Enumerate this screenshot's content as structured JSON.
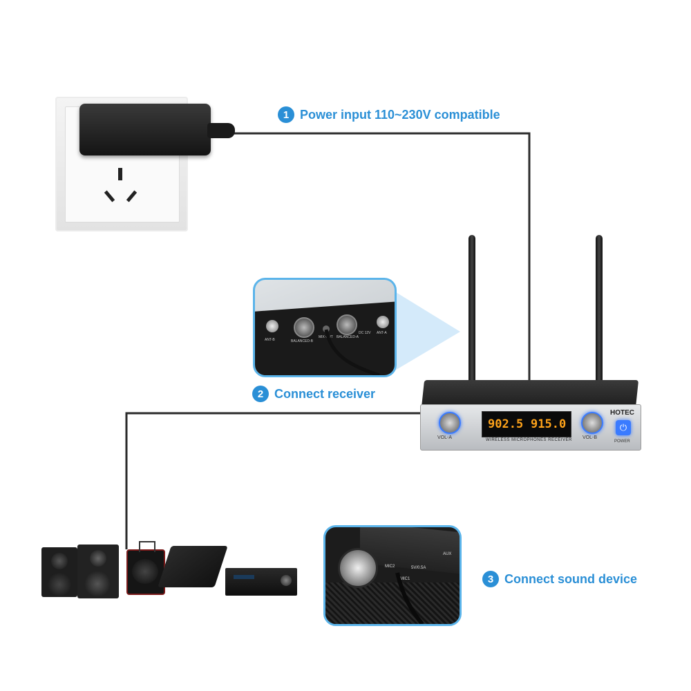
{
  "steps": [
    {
      "number": "1",
      "label": "Power input 110~230V compatible"
    },
    {
      "number": "2",
      "label": "Connect receiver"
    },
    {
      "number": "3",
      "label": "Connect sound device"
    }
  ],
  "receiver": {
    "brand": "HOTEC",
    "freq_a": "902.5",
    "freq_b": "915.0",
    "panel_label": "WIRELESS MICROPHONES RECEIVER",
    "vol_a": "VOL-A",
    "vol_b": "VOL-B",
    "power": "POWER"
  },
  "rear_panel": {
    "ant_b": "ANT-B",
    "balanced_b": "BALANCED-B",
    "mix_out": "MIX OUT",
    "balanced_a": "BALANCED-A",
    "dc": "DC 12V",
    "ant_a": "ANT-A"
  },
  "mic_inputs": {
    "mic2": "MIC2",
    "mic1": "MIC1",
    "usb": "5V/0.5A",
    "aux": "AUX"
  },
  "colors": {
    "accent": "#2a8fd6",
    "callout_border": "#5bb4ea",
    "lcd_orange": "#ffa31a",
    "power_blue": "#3a7bff"
  }
}
